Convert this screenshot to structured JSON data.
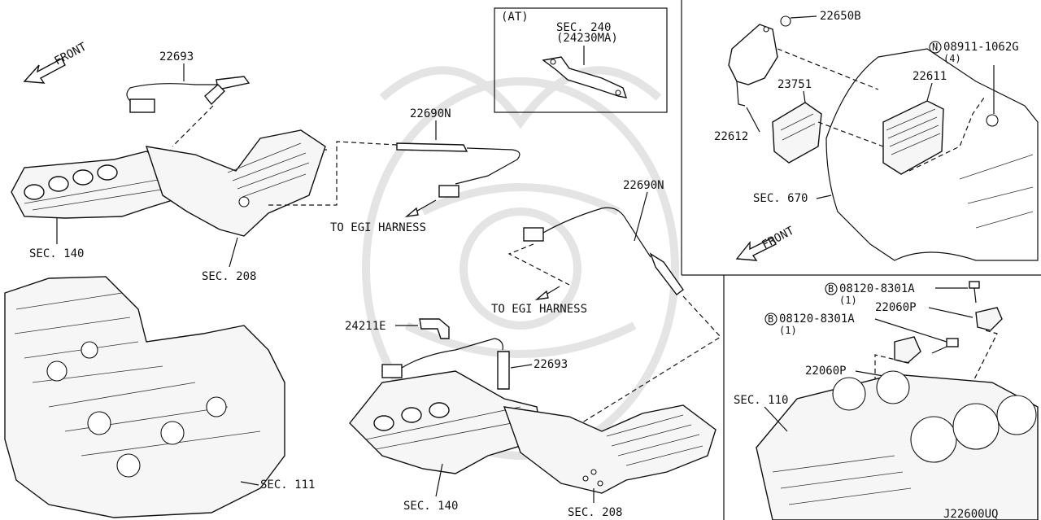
{
  "labels": {
    "front_top_left": "FRONT",
    "p22693_top": "22693",
    "p22690n_top": "22690N",
    "to_egi_harness_top": "TO EGI HARNESS",
    "sec140_top": "SEC. 140",
    "sec208_top": "SEC. 208",
    "at_box_title": "(AT)",
    "at_sec240": "SEC. 240",
    "at_part": "(24230MA)",
    "p22690n_mid": "22690N",
    "to_egi_harness_mid": "TO EGI HARNESS",
    "p24211e": "24211E",
    "p22693_mid": "22693",
    "sec140_bottom": "SEC. 140",
    "sec208_bottom": "SEC. 208",
    "sec111": "SEC. 111",
    "p22650b": "22650B",
    "bolt_08911": "08911-1062G",
    "bolt_08911_prefix": "N",
    "bolt_08911_qty": "(4)",
    "p23751": "23751",
    "p22611": "22611",
    "p22612": "22612",
    "sec670": "SEC. 670",
    "front_right": "FRONT",
    "bolt_08120_a": "08120-8301A",
    "bolt_08120_a_prefix": "B",
    "bolt_08120_a_qty": "(1)",
    "p22060p_a": "22060P",
    "bolt_08120_b": "08120-8301A",
    "bolt_08120_b_prefix": "B",
    "bolt_08120_b_qty": "(1)",
    "p22060p_b": "22060P",
    "sec110": "SEC. 110",
    "diagram_code": "J22600UQ"
  }
}
